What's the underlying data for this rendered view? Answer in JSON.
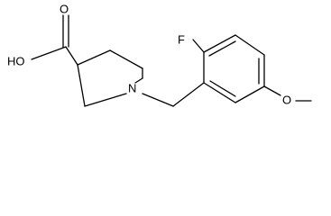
{
  "molecule": {
    "atoms": {
      "acid_hydroxyl": "HO",
      "acid_carbonyl_oxygen": "O",
      "ring_nitrogen": "N",
      "fluorine": "F",
      "methoxy_oxygen": "O"
    },
    "colors": {
      "bond": "#000000",
      "label": "#000000",
      "background": "#ffffff"
    }
  }
}
